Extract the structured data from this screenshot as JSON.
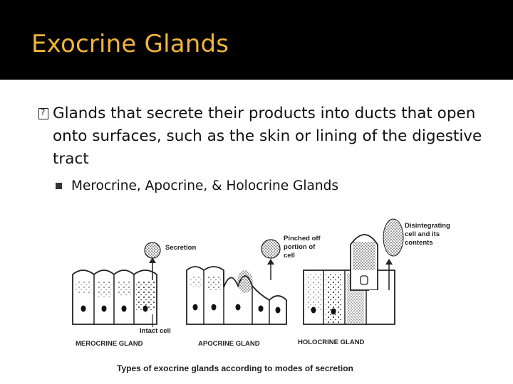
{
  "slide": {
    "title": "Exocrine Glands",
    "bullet_main": "Glands that secrete their products into ducts that open onto surfaces, such as the skin or lining of the digestive tract",
    "sub_bullet": "Merocrine, Apocrine, & Holocrine Glands"
  },
  "figure": {
    "labels": {
      "secretion": "Secretion",
      "pinched_1": "Pinched off",
      "pinched_2": "portion of",
      "pinched_3": "cell",
      "disintegrating_1": "Disintegrating",
      "disintegrating_2": "cell and its",
      "disintegrating_3": "contents",
      "intact_cell": "Intact cell",
      "merocrine": "MEROCRINE GLAND",
      "apocrine": "APOCRINE GLAND",
      "holocrine": "HOLOCRINE GLAND"
    },
    "caption": "Types of exocrine glands according  to modes of secretion"
  },
  "colors": {
    "title_bar": "#000000",
    "title_text": "#f0b43c",
    "body_text": "#111111"
  }
}
